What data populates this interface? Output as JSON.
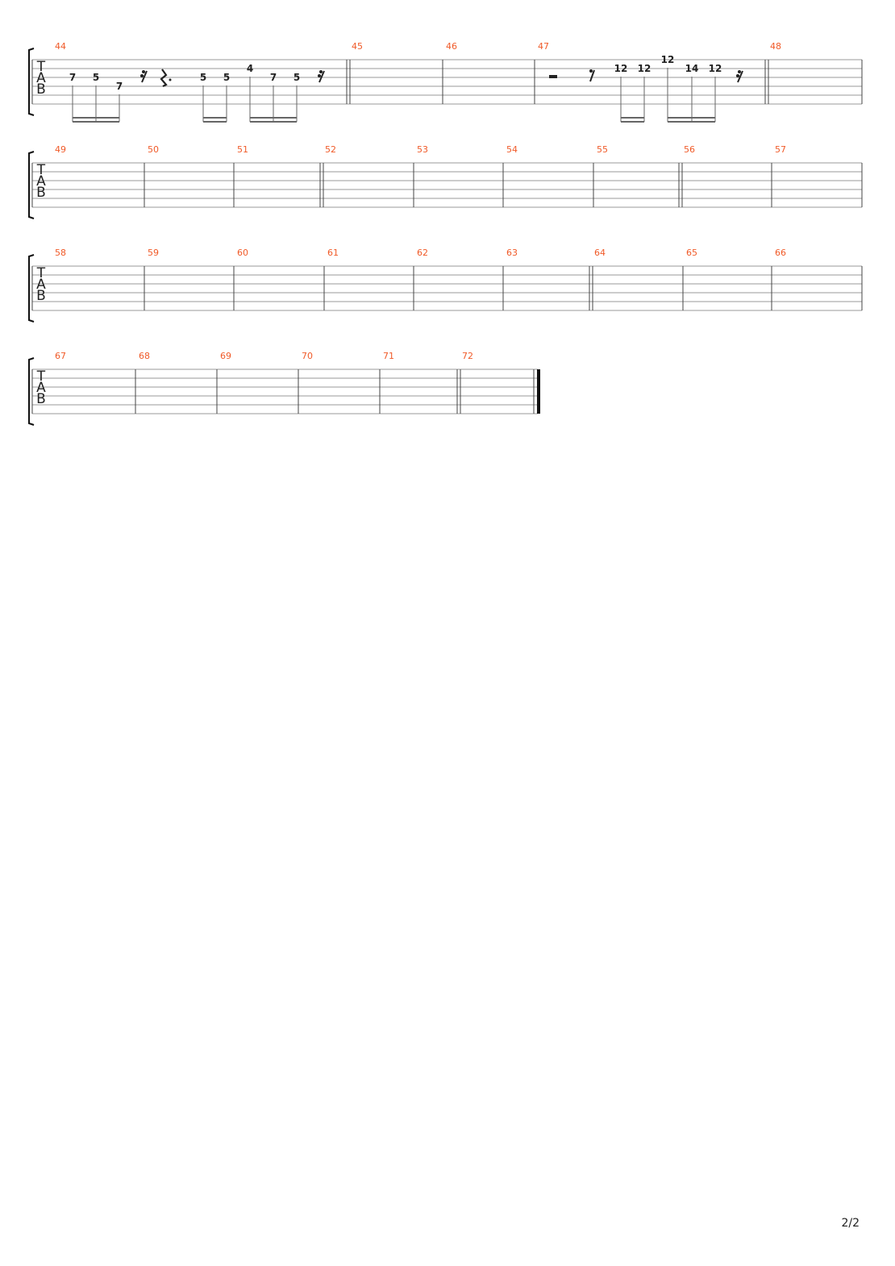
{
  "tab_label": [
    "T",
    "A",
    "B"
  ],
  "page_number": "2/2",
  "systems": [
    {
      "measures": [
        "44",
        "45",
        "46",
        "47",
        "48"
      ]
    },
    {
      "measures": [
        "49",
        "50",
        "51",
        "52",
        "53",
        "54",
        "55",
        "56",
        "57"
      ]
    },
    {
      "measures": [
        "58",
        "59",
        "60",
        "61",
        "62",
        "63",
        "64",
        "65",
        "66"
      ]
    },
    {
      "measures": [
        "67",
        "68",
        "69",
        "70",
        "71",
        "72"
      ]
    }
  ],
  "notes": {
    "measure_44": [
      {
        "fret": "7",
        "string": 3
      },
      {
        "fret": "5",
        "string": 3
      },
      {
        "fret": "7",
        "string": 4
      },
      {
        "fret": "5",
        "string": 3
      },
      {
        "fret": "5",
        "string": 3
      },
      {
        "fret": "4",
        "string": 2
      },
      {
        "fret": "7",
        "string": 3
      },
      {
        "fret": "5",
        "string": 3
      }
    ],
    "measure_47": [
      {
        "fret": "12",
        "string": 2
      },
      {
        "fret": "12",
        "string": 2
      },
      {
        "fret": "12",
        "string": 1
      },
      {
        "fret": "14",
        "string": 2
      },
      {
        "fret": "12",
        "string": 2
      }
    ]
  }
}
